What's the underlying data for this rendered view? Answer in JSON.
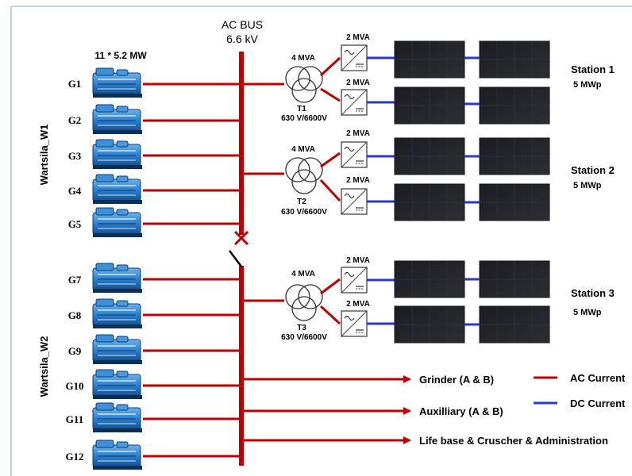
{
  "bus": {
    "title": "AC BUS",
    "voltage": "6.6 kV"
  },
  "generator_rating": "11 * 5.2 MW",
  "groups": [
    {
      "name": "Wartsila_W1",
      "generators": [
        "G1",
        "G2",
        "G3",
        "G4",
        "G5"
      ]
    },
    {
      "name": "Wartsila_W2",
      "generators": [
        "G7",
        "G8",
        "G9",
        "G10",
        "G11",
        "G12"
      ]
    }
  ],
  "stations": [
    {
      "name": "Station 1",
      "capacity": "5 MWp",
      "transformer": "T1",
      "transformer_rating": "4 MVA",
      "transformer_ratio": "630 V/6600V",
      "inverter_rating": "2 MVA"
    },
    {
      "name": "Station 2",
      "capacity": "5 MWp",
      "transformer": "T2",
      "transformer_rating": "4 MVA",
      "transformer_ratio": "630 V/6600V",
      "inverter_rating": "2 MVA"
    },
    {
      "name": "Station 3",
      "capacity": "5 MWp",
      "transformer": "T3",
      "transformer_rating": "4 MVA",
      "transformer_ratio": "630 V/6600V",
      "inverter_rating": "2 MVA"
    }
  ],
  "loads": [
    "Grinder (A & B)",
    "Auxilliary (A & B)",
    "Life base & Cruscher & Administration"
  ],
  "legend": [
    {
      "label": "AC Current",
      "color": "#c00000"
    },
    {
      "label": "DC Current",
      "color": "#2b37d1"
    }
  ]
}
